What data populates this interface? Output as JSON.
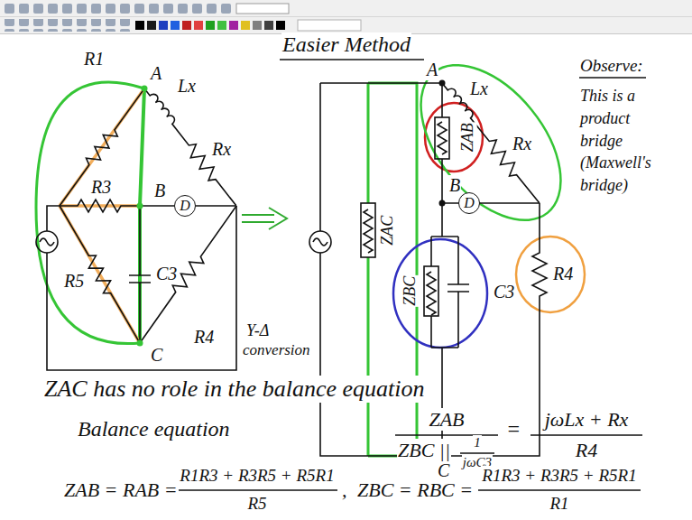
{
  "diagram": {
    "nodes": [
      {
        "text": [
          "D"
        ]
      },
      {
        "text": [
          "D"
        ]
      }
    ],
    "labels": [
      "Easier Method",
      "R1",
      "A",
      "Lx",
      "Rx",
      "R3",
      "B",
      "C3",
      "R5",
      "R4",
      "C",
      "Y-Δ",
      "conversion",
      "A",
      "Lx",
      "Rx",
      "ZAB",
      "B",
      "ZAC",
      "ZBC",
      "C3",
      "R4",
      "C",
      "Observe:",
      "This is a product bridge (Maxwell's bridge)",
      "ZAC has no role in the balance equation",
      "Balance equation",
      "ZAB",
      "ZBC ||",
      "1",
      "jωC3",
      "=",
      "jωLx + Rx",
      "R4",
      "ZAB = RAB =",
      "R1R3 + R3R5 + R5R1",
      "R5",
      ",",
      "ZBC = RBC =",
      "R1R3 + R3R5 + R5R1",
      "R1"
    ]
  }
}
